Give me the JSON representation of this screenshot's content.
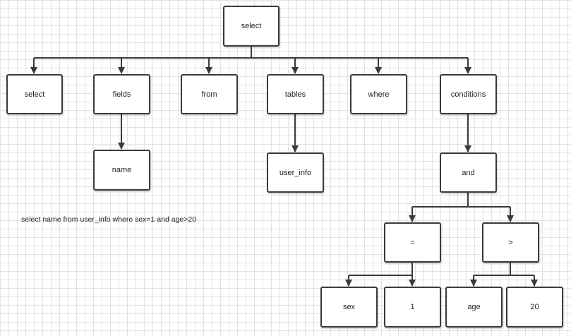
{
  "nodes": {
    "root": "select",
    "select": "select",
    "fields": "fields",
    "from": "from",
    "tables": "tables",
    "where": "where",
    "conditions": "conditions",
    "name": "name",
    "user_info": "user_info",
    "and": "and",
    "eq": "=",
    "gt": ">",
    "sex": "sex",
    "one": "1",
    "age": "age",
    "twenty": "20"
  },
  "caption": "select name from user_info where sex=1 and age>20",
  "colors": {
    "line": "#3a3a3a",
    "node_border": "#3a3a3a",
    "grid": "#e3e3e3"
  }
}
